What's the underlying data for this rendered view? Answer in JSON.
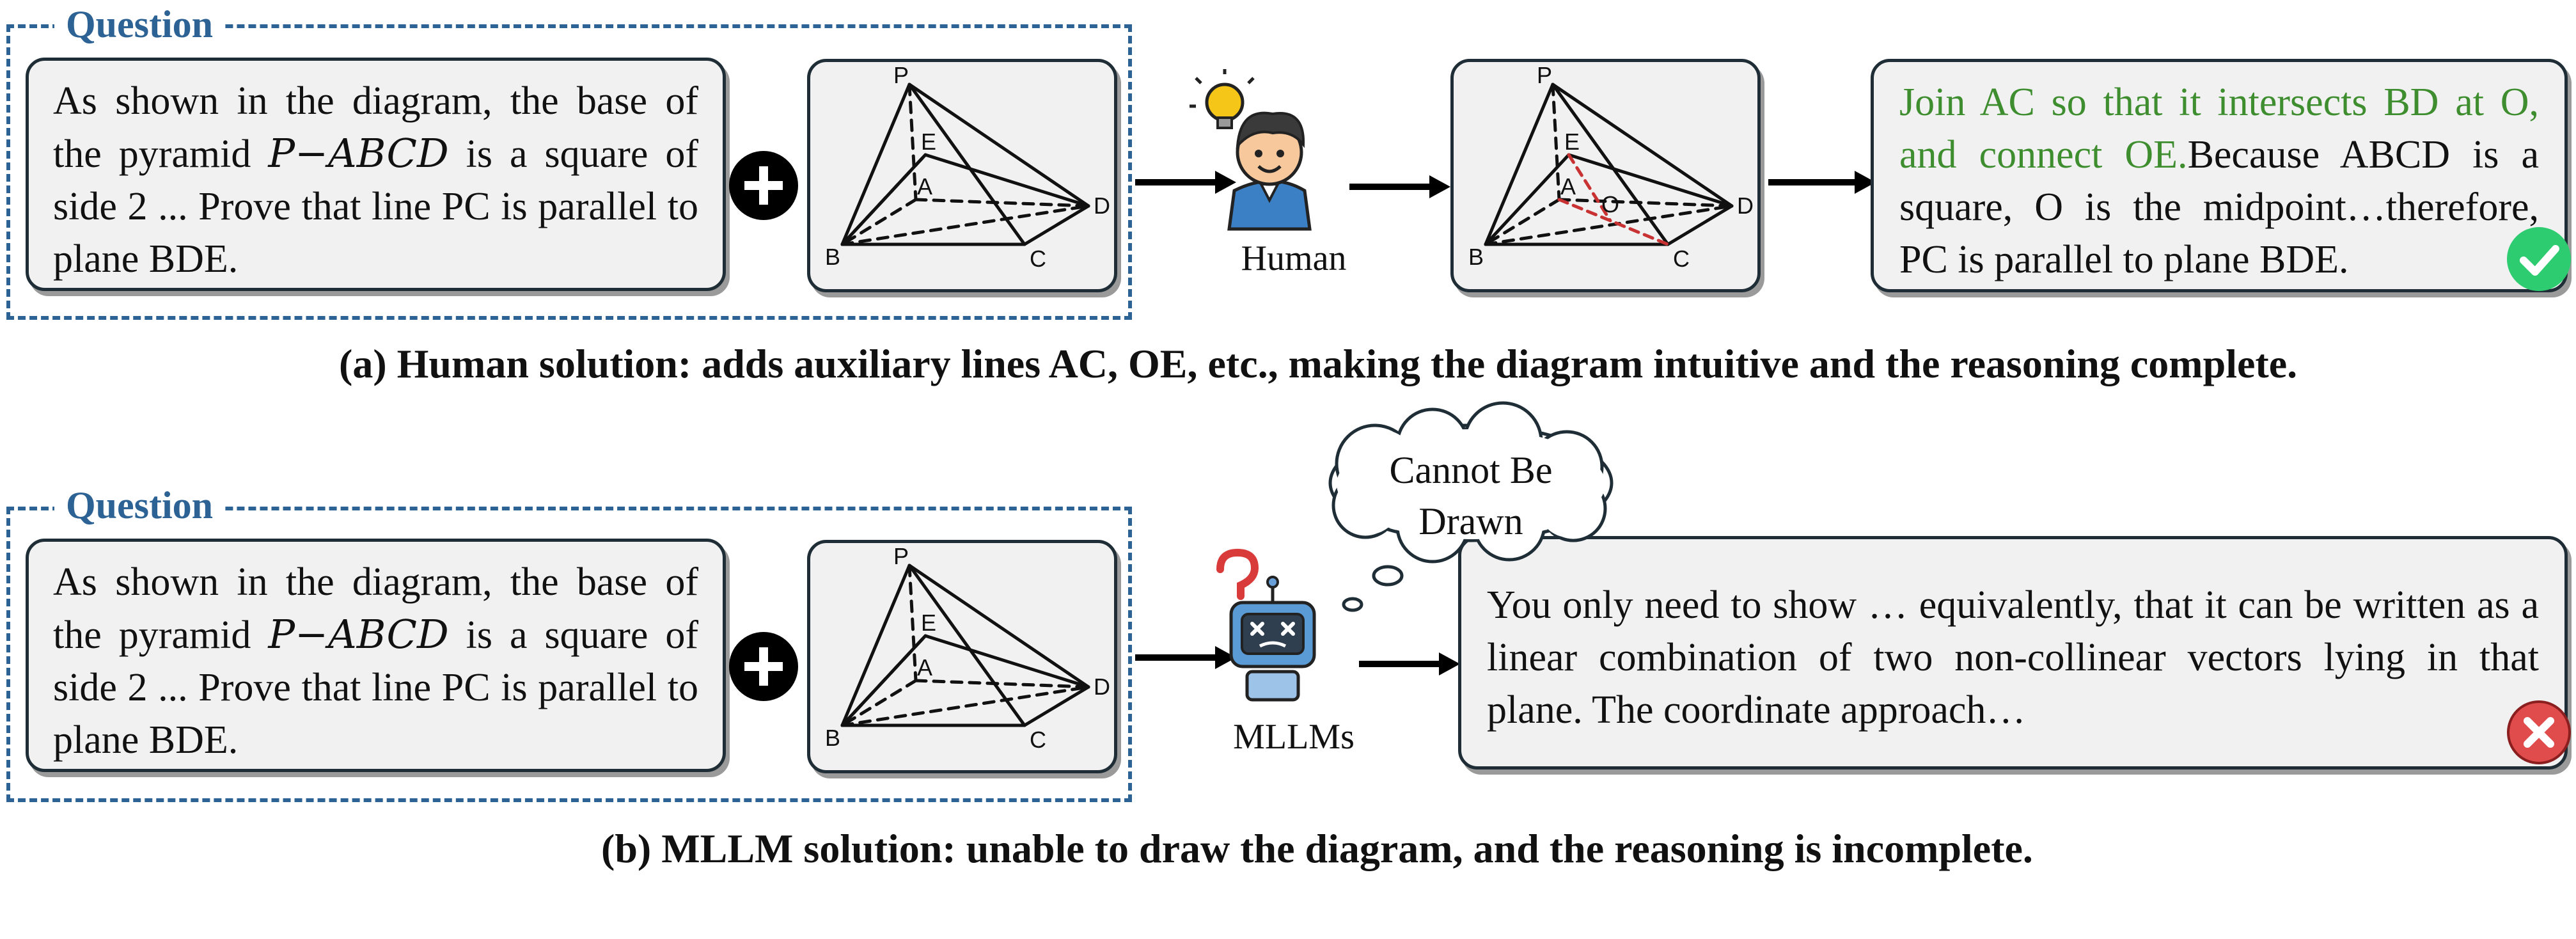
{
  "panel_a": {
    "question_label": "Question",
    "question_text_1": "As shown in the diagram, the base of the pyramid ",
    "question_math": "P−ABCD",
    "question_text_2": " is a square of side 2 ... Prove that line PC is parallel to plane BDE.",
    "diagram_labels": {
      "P": "P",
      "E": "E",
      "A": "A",
      "B": "B",
      "C": "C",
      "D": "D",
      "O": "O"
    },
    "agent_label": "Human",
    "answer_green": "Join AC so that it intersects BD at O, and connect OE.",
    "answer_rest": "Because ABCD is a square, O is the midpoint…therefore, PC is parallel to plane BDE.",
    "caption": "(a) Human solution: adds auxiliary lines AC, OE, etc., making the diagram intuitive and the reasoning complete."
  },
  "panel_b": {
    "question_label": "Question",
    "question_text_1": "As shown in the diagram, the base of the pyramid ",
    "question_math": "P−ABCD",
    "question_text_2": " is a square of side 2 ... Prove that line PC is parallel to plane BDE.",
    "diagram_labels": {
      "P": "P",
      "E": "E",
      "A": "A",
      "B": "B",
      "C": "C",
      "D": "D"
    },
    "agent_label": "MLLMs",
    "thought_bubble": "Cannot Be Drawn",
    "answer": "You only need to show … equivalently, that it can be written as a linear combination of two non-collinear vectors lying in that plane. The coordinate approach…",
    "caption": "(b) MLLM solution: unable to draw the diagram, and the reasoning is incomplete."
  },
  "colors": {
    "frame": "#2d6394",
    "correct": "#2ecc71",
    "wrong": "#e04b4b",
    "auxiliary": "#c83232",
    "green_text": "#3e8d2f"
  }
}
